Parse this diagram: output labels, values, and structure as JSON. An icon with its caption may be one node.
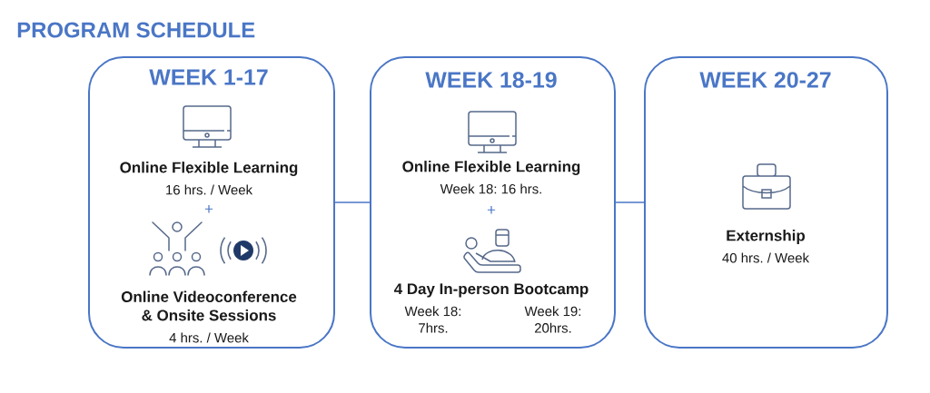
{
  "diagram": {
    "title": "PROGRAM SCHEDULE",
    "nodes": [
      {
        "text": [
          "WEEK 1-17",
          "Online Flexible Learning",
          "16 hrs. / Week",
          "+",
          "Online Videoconference & Onsite Sessions",
          "4 hrs. / Week"
        ]
      },
      {
        "text": [
          "WEEK 18-19",
          "Online Flexible Learning",
          "Week 18: 16 hrs.",
          "+",
          "4 Day In-person Bootcamp",
          "Week 18: 7hrs.",
          "Week 19: 20hrs."
        ]
      },
      {
        "text": [
          "WEEK 20-27",
          "Externship",
          "40 hrs. / Week"
        ]
      }
    ],
    "edges": [
      {
        "from": 0,
        "to": 1,
        "arrow": "none"
      },
      {
        "from": 1,
        "to": 2,
        "arrow": "none"
      }
    ]
  }
}
